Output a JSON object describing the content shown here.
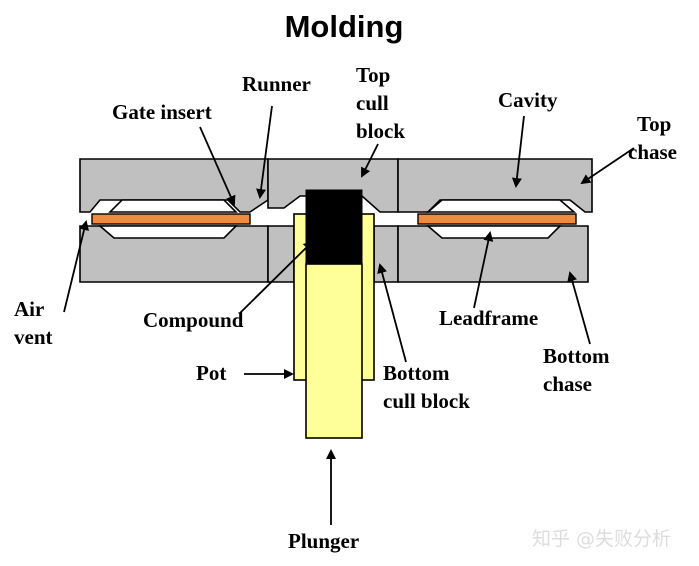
{
  "title": "Molding",
  "labels": {
    "runner": "Runner",
    "top_cull_block": [
      "Top",
      "cull",
      "block"
    ],
    "cavity": "Cavity",
    "top_chase": [
      "Top",
      "chase"
    ],
    "gate_insert": "Gate insert",
    "air_vent": [
      "Air",
      "vent"
    ],
    "compound": "Compound",
    "leadframe": "Leadframe",
    "bottom_chase": [
      "Bottom",
      "chase"
    ],
    "pot": "Pot",
    "bottom_cull_block": [
      "Bottom",
      "cull block"
    ],
    "plunger": "Plunger"
  },
  "watermark": "知乎 @失败分析",
  "colors": {
    "mold": "#c0c0c0",
    "leadframe": "#f08a3c",
    "pot_plunger": "#ffff99",
    "compound": "#000000"
  }
}
